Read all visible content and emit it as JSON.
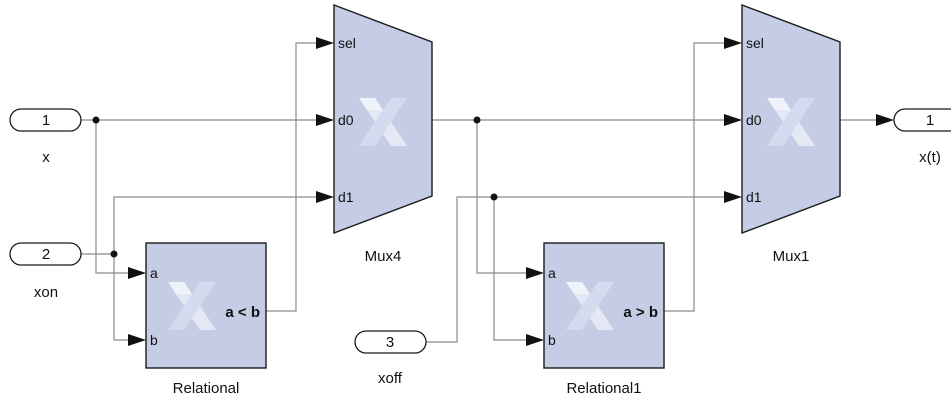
{
  "colors": {
    "block_fill": "#c5cde6",
    "block_stroke": "#1a1a1a",
    "logo_light": "#e4e8f4",
    "logo_mid": "#d4dbee",
    "wire": "#8a8a8a"
  },
  "inports": [
    {
      "number": "1",
      "label": "x"
    },
    {
      "number": "2",
      "label": "xon"
    },
    {
      "number": "3",
      "label": "xoff"
    }
  ],
  "outports": [
    {
      "number": "1",
      "label": "x(t)"
    }
  ],
  "muxes": [
    {
      "name": "Mux4",
      "ports": [
        "sel",
        "d0",
        "d1"
      ],
      "icon": "xilinx-logo-icon"
    },
    {
      "name": "Mux1",
      "ports": [
        "sel",
        "d0",
        "d1"
      ],
      "icon": "xilinx-logo-icon"
    }
  ],
  "relationals": [
    {
      "name": "Relational",
      "inputs": [
        "a",
        "b"
      ],
      "operator": "a < b",
      "icon": "xilinx-logo-icon"
    },
    {
      "name": "Relational1",
      "inputs": [
        "a",
        "b"
      ],
      "operator": "a > b",
      "icon": "xilinx-logo-icon"
    }
  ]
}
